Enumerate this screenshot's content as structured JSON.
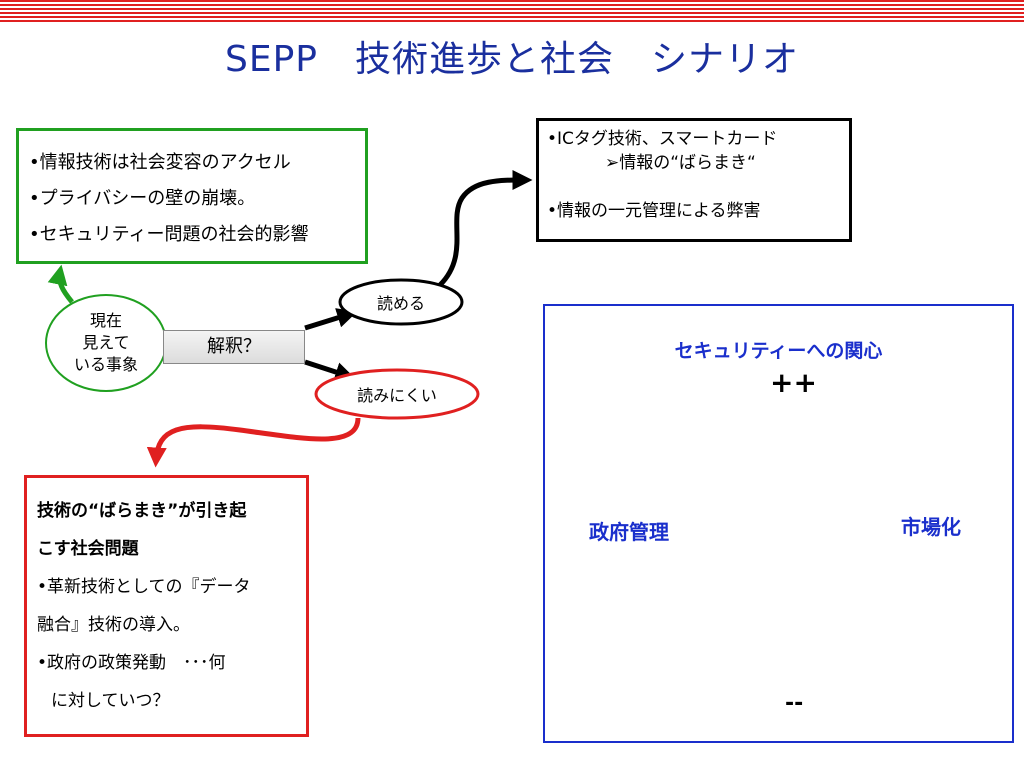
{
  "title": "SEPP　技術進歩と社会　シナリオ",
  "current_events": {
    "lines": [
      "現在",
      "見えて",
      "いる事象"
    ]
  },
  "interpret_button": "解釈？",
  "readable": "読める",
  "hard_to_read": "読みにくい",
  "info_box": {
    "items": [
      "•情報技術は社会変容のアクセル",
      "•プライバシーの壁の崩壊。",
      "•セキュリティー問題の社会的影響"
    ]
  },
  "tech_box": {
    "line1": "•ICタグ技術、スマートカード",
    "line2": "➢情報の“ばらまき“",
    "line3": "•情報の一元管理による弊害"
  },
  "problem_box": {
    "lines": [
      "技術の“ばらまき”が引き起",
      "こす社会問題",
      "•革新技術としての『データ",
      "融合』技術の導入。",
      "•政府の政策発動　･･･何",
      "に対していつ？"
    ]
  },
  "quadrant": {
    "title": "セキュリティーへの関心",
    "top_label": "++",
    "bottom_label": "--",
    "left_label": "政府管理",
    "right_label": "市場化"
  },
  "colors": {
    "title": "#1a2f9e",
    "green": "#20a020",
    "red": "#e02020",
    "blue": "#1a2fcc"
  }
}
